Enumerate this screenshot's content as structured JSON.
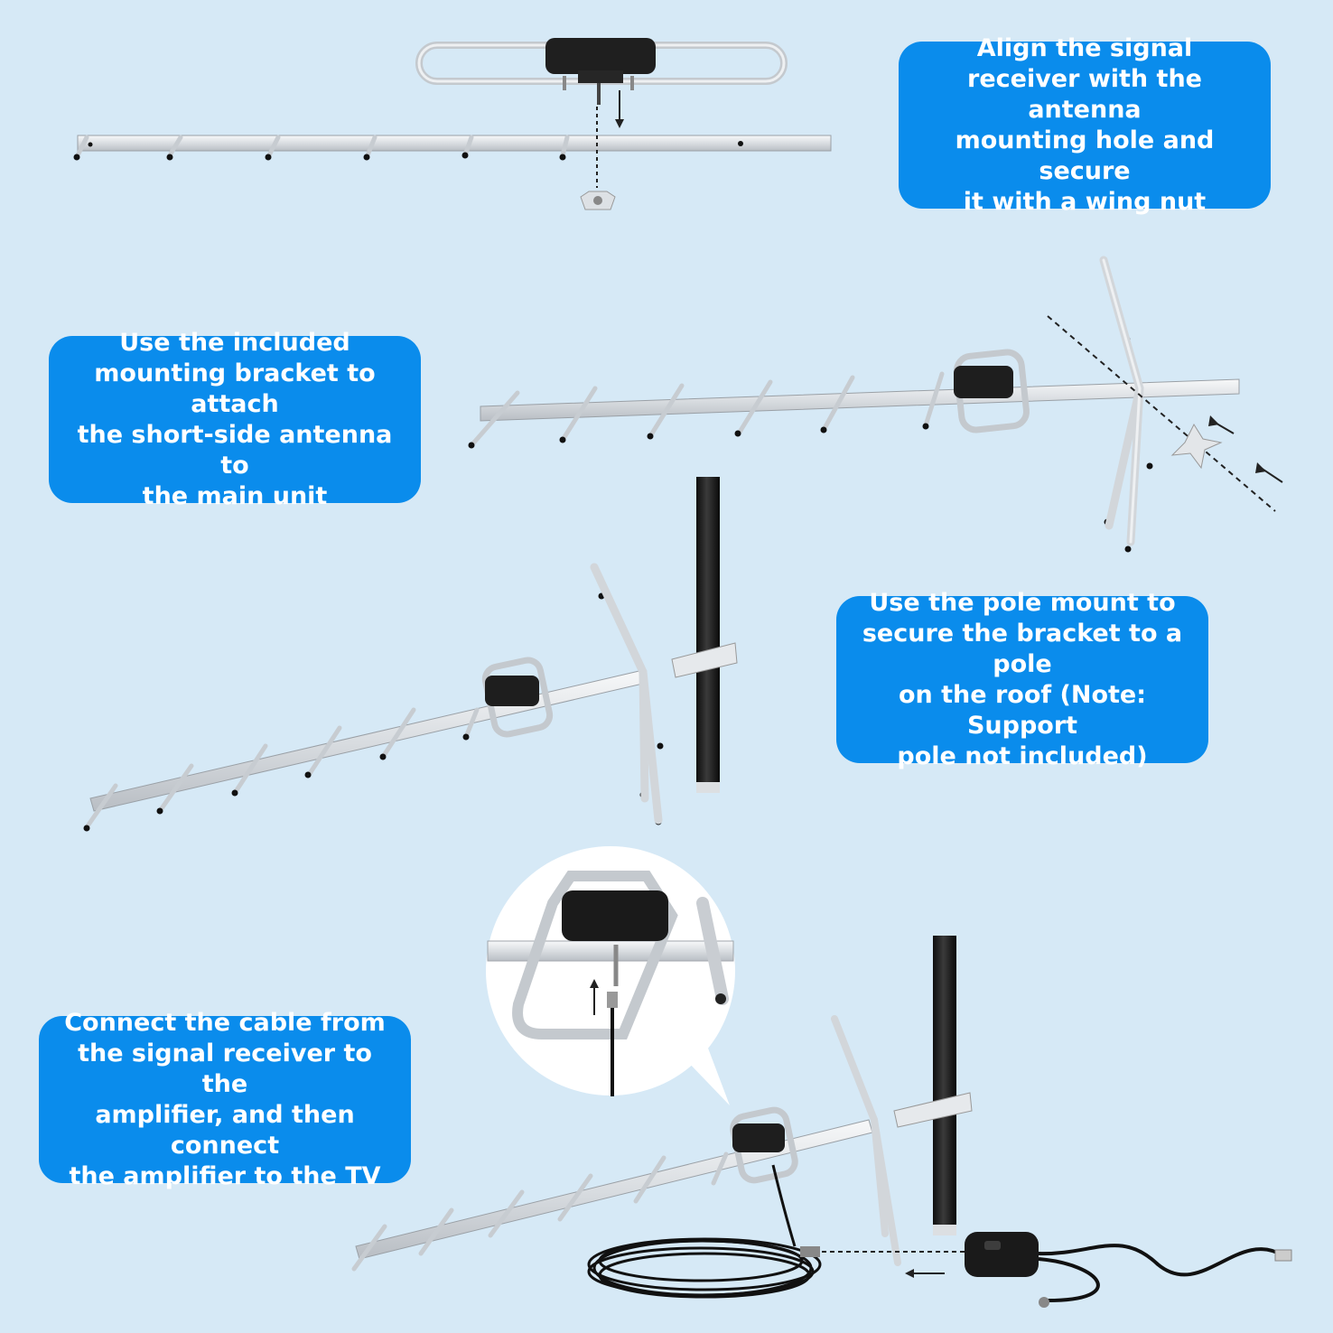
{
  "steps": [
    {
      "text": "Align the signal\nreceiver with the antenna\nmounting hole and secure\nit with a wing nut"
    },
    {
      "text": "Use the included\nmounting bracket to attach\nthe short-side antenna to\nthe main unit"
    },
    {
      "text": "Use the pole mount to\nsecure the bracket to a pole\non the roof (Note: Support\npole not included)"
    },
    {
      "text": "Connect the cable from\nthe signal receiver to the\namplifier, and then connect\nthe amplifier to the TV"
    }
  ],
  "colors": {
    "background": "#d6e9f6",
    "callout": "#0a8cec",
    "callout_text": "#ffffff",
    "metal": "#e6e9ec",
    "dark": "#1c1c1c"
  }
}
